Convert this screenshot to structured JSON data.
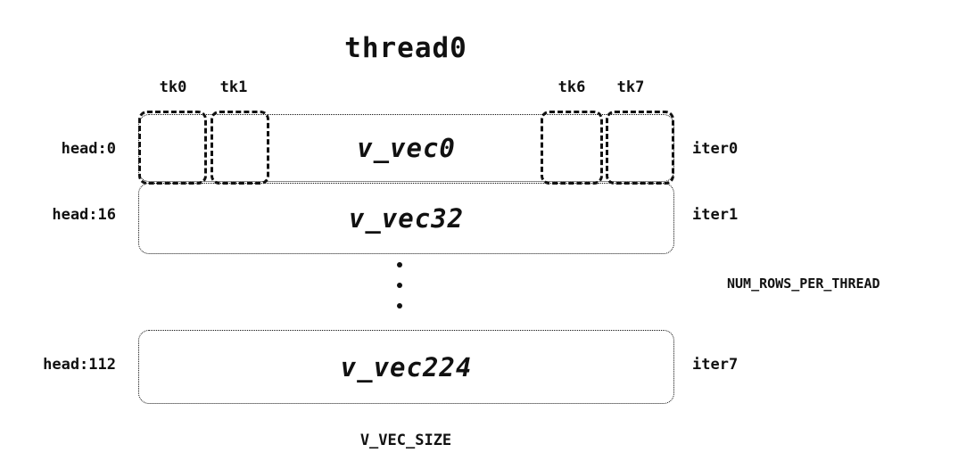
{
  "diagram": {
    "title": "thread0",
    "tk_labels": [
      "tk0",
      "tk1",
      "tk6",
      "tk7"
    ],
    "rows": [
      {
        "head": "head:0",
        "vec": "v_vec0",
        "iter": "iter0"
      },
      {
        "head": "head:16",
        "vec": "v_vec32",
        "iter": "iter1"
      },
      {
        "head": "head:112",
        "vec": "v_vec224",
        "iter": "iter7"
      }
    ],
    "side_label": "NUM_ROWS_PER_THREAD",
    "bottom_label": "V_VEC_SIZE"
  }
}
